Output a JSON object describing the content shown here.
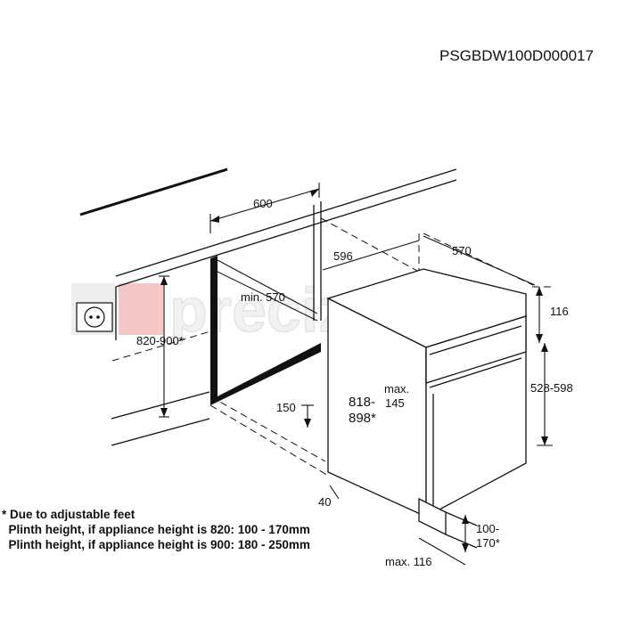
{
  "product_code": "PSGBDW100D000017",
  "watermark": "preciz.hu",
  "dimensions": {
    "niche_width": "600",
    "niche_depth": "min. 570",
    "socket_height": "820-900*",
    "appliance_width": "596",
    "appliance_depth": "570",
    "panel_top": "116",
    "panel_height": "528-598",
    "appliance_height_line1": "818-",
    "appliance_height_line2": "898*",
    "max_gap_line1": "max.",
    "max_gap_line2": "145",
    "plinth_depth": "150",
    "plinth_gap": "40",
    "plinth_line1": "100-",
    "plinth_line2": "170*",
    "bottom_max": "max. 116"
  },
  "notes": [
    "* Due to adjustable feet",
    "  Plinth height, if appliance height is 820: 100 - 170mm",
    "  Plinth height, if appliance height is 900: 180 - 250mm"
  ]
}
